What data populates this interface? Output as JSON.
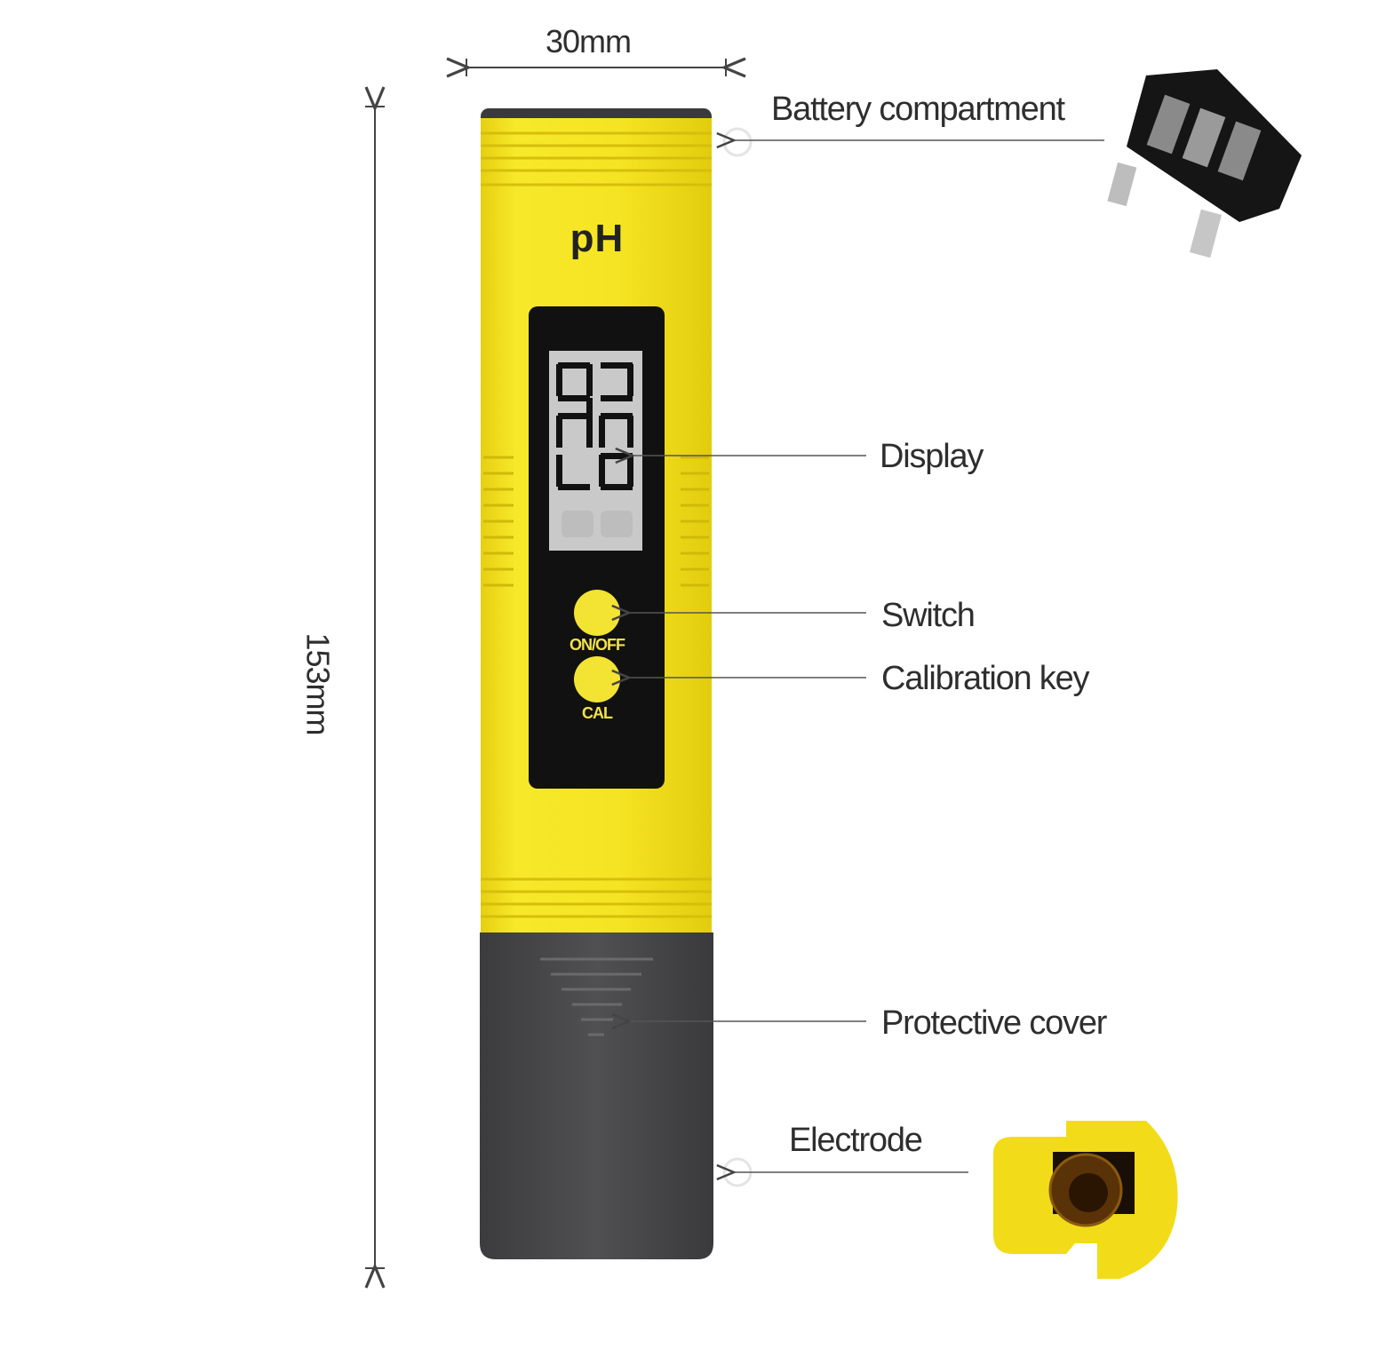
{
  "dimensions": {
    "width_label": "30mm",
    "length_label": "153mm"
  },
  "device": {
    "brand_label": "pH",
    "buttons": [
      {
        "label": "ON/OFF"
      },
      {
        "label": "CAL"
      }
    ]
  },
  "callouts": [
    {
      "label": "Battery compartment"
    },
    {
      "label": "Display"
    },
    {
      "label": "Switch"
    },
    {
      "label": "Calibration key"
    },
    {
      "label": "Protective cover"
    },
    {
      "label": "Electrode"
    }
  ],
  "colors": {
    "body_yellow": "#f3e21c",
    "cover_gray": "#4a4a4c",
    "panel_black": "#111111",
    "lcd_gray": "#c9c9c9",
    "line_gray": "#555555"
  }
}
